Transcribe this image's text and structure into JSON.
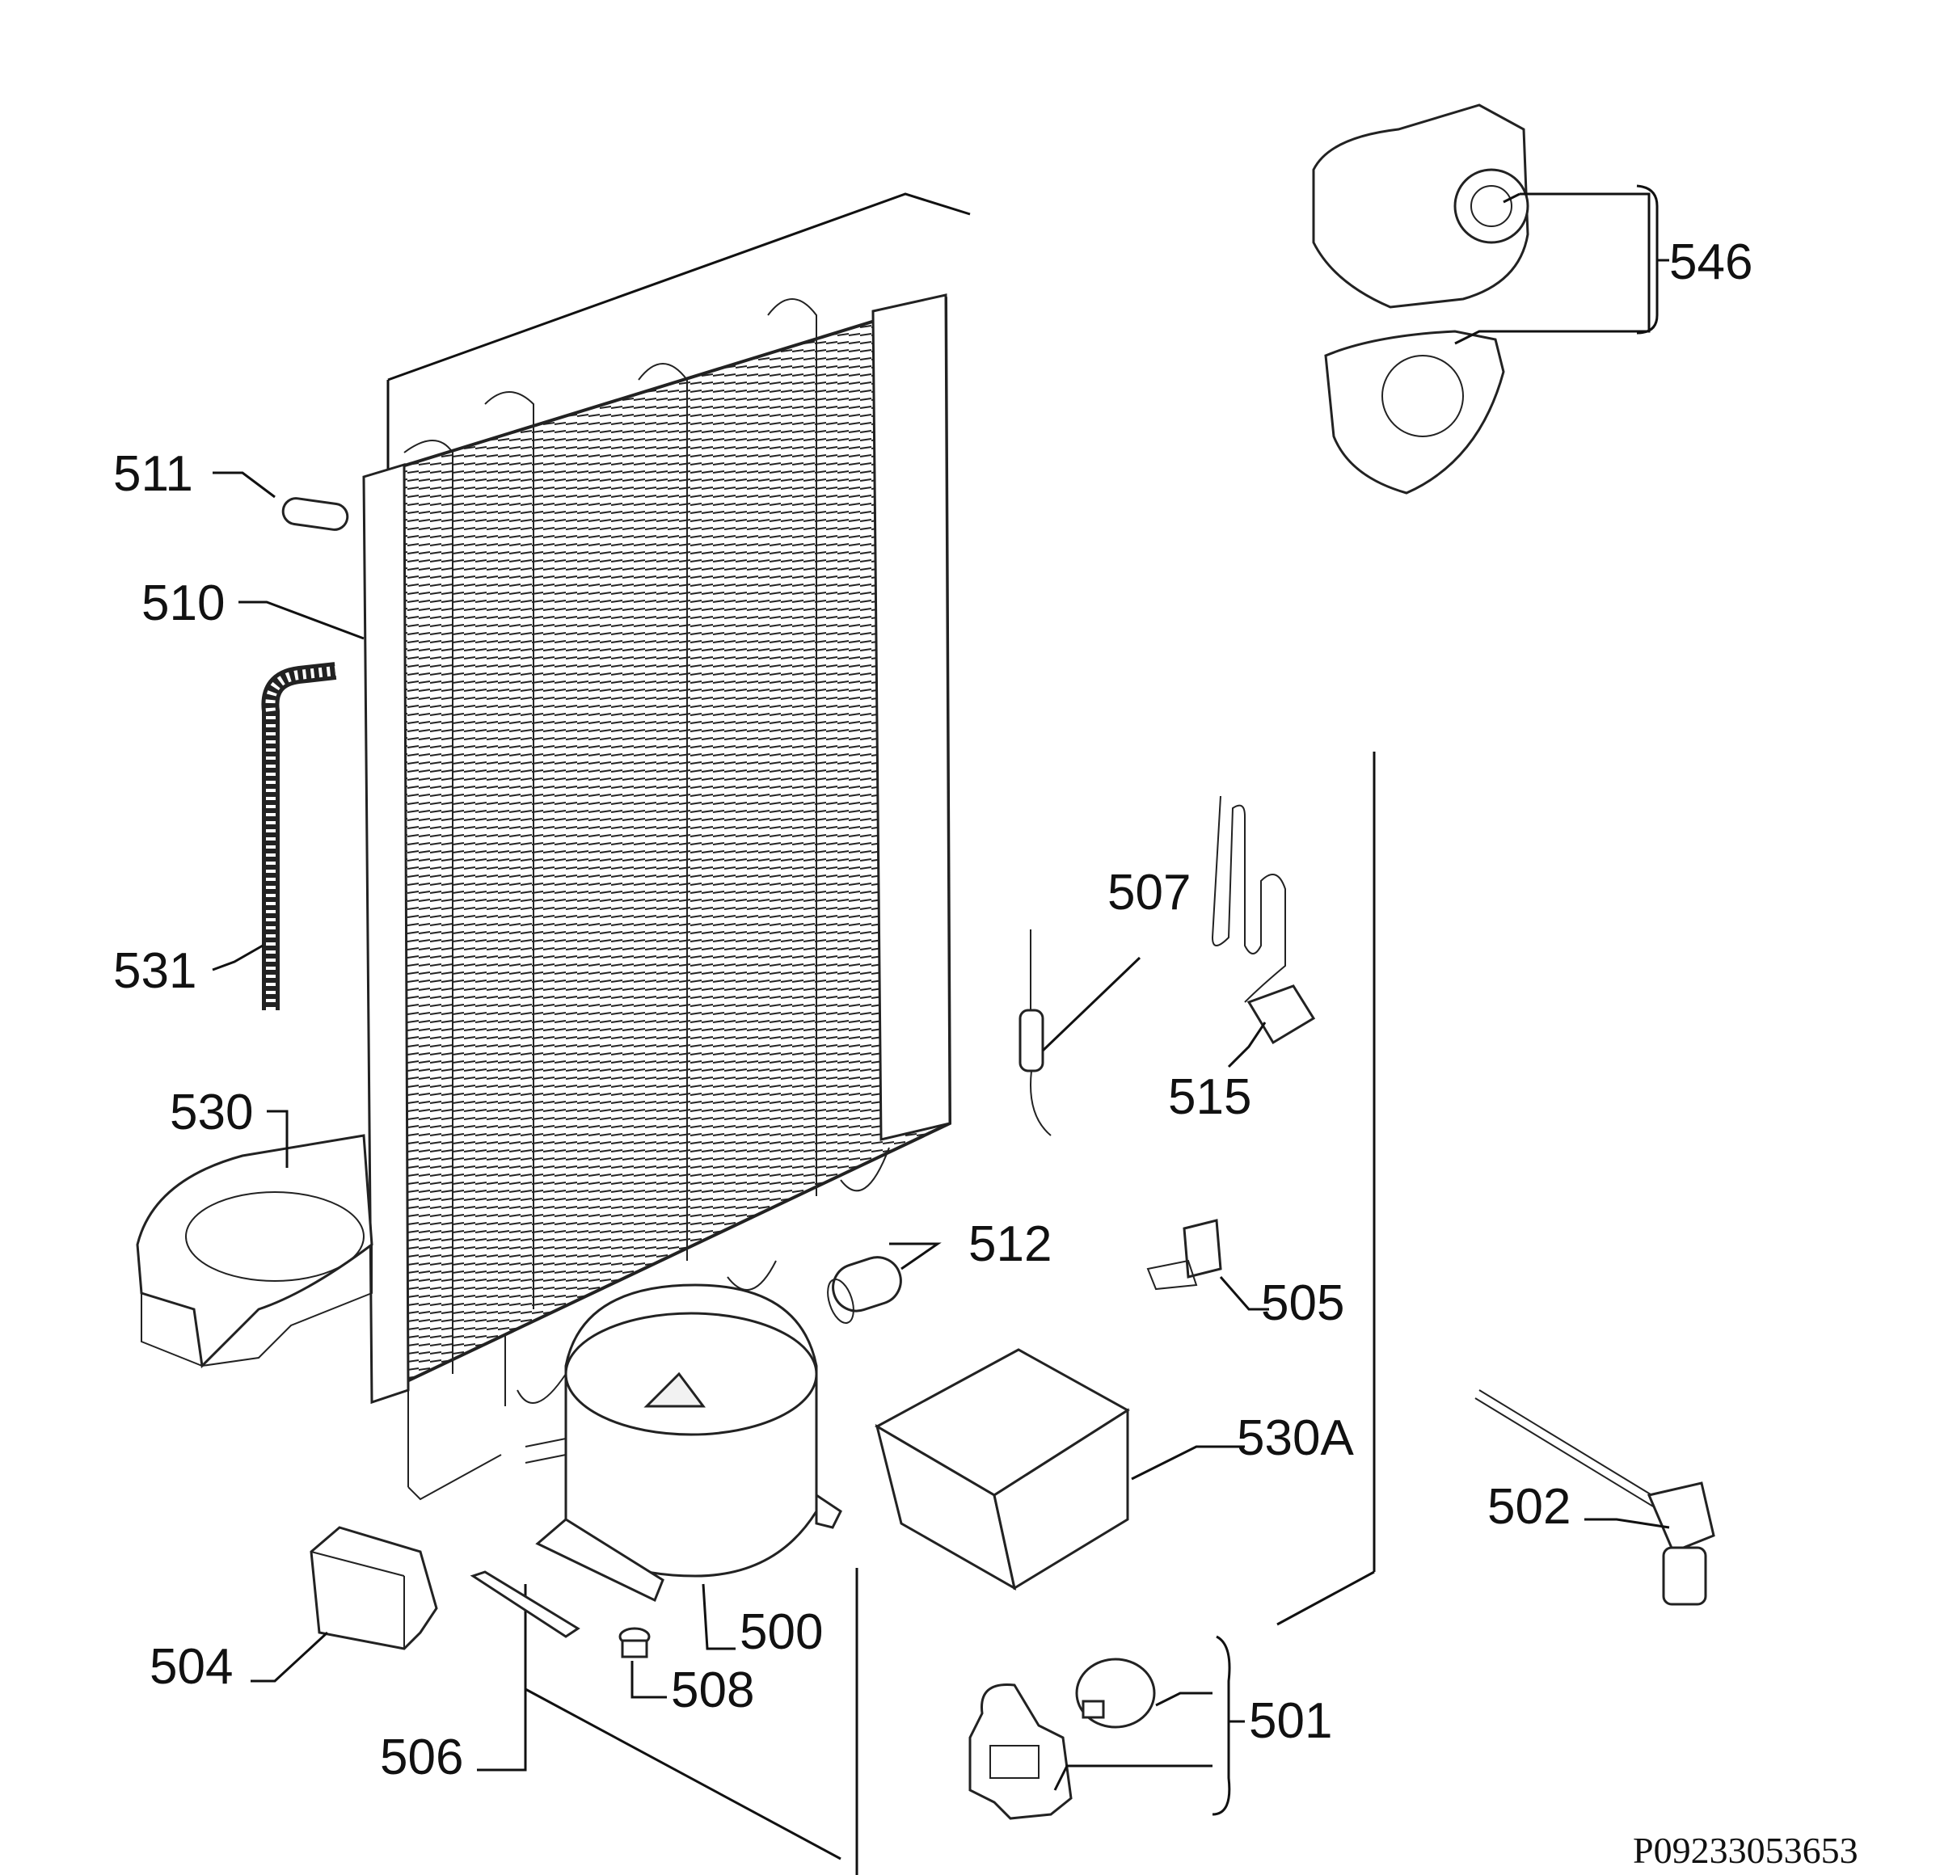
{
  "diagram": {
    "drawing_number": "P09233053653",
    "labels": {
      "p500": "500",
      "p501": "501",
      "p502": "502",
      "p504": "504",
      "p505": "505",
      "p506": "506",
      "p507": "507",
      "p508": "508",
      "p510": "510",
      "p511": "511",
      "p512": "512",
      "p515": "515",
      "p530": "530",
      "p530A": "530A",
      "p531": "531",
      "p546": "546"
    }
  }
}
